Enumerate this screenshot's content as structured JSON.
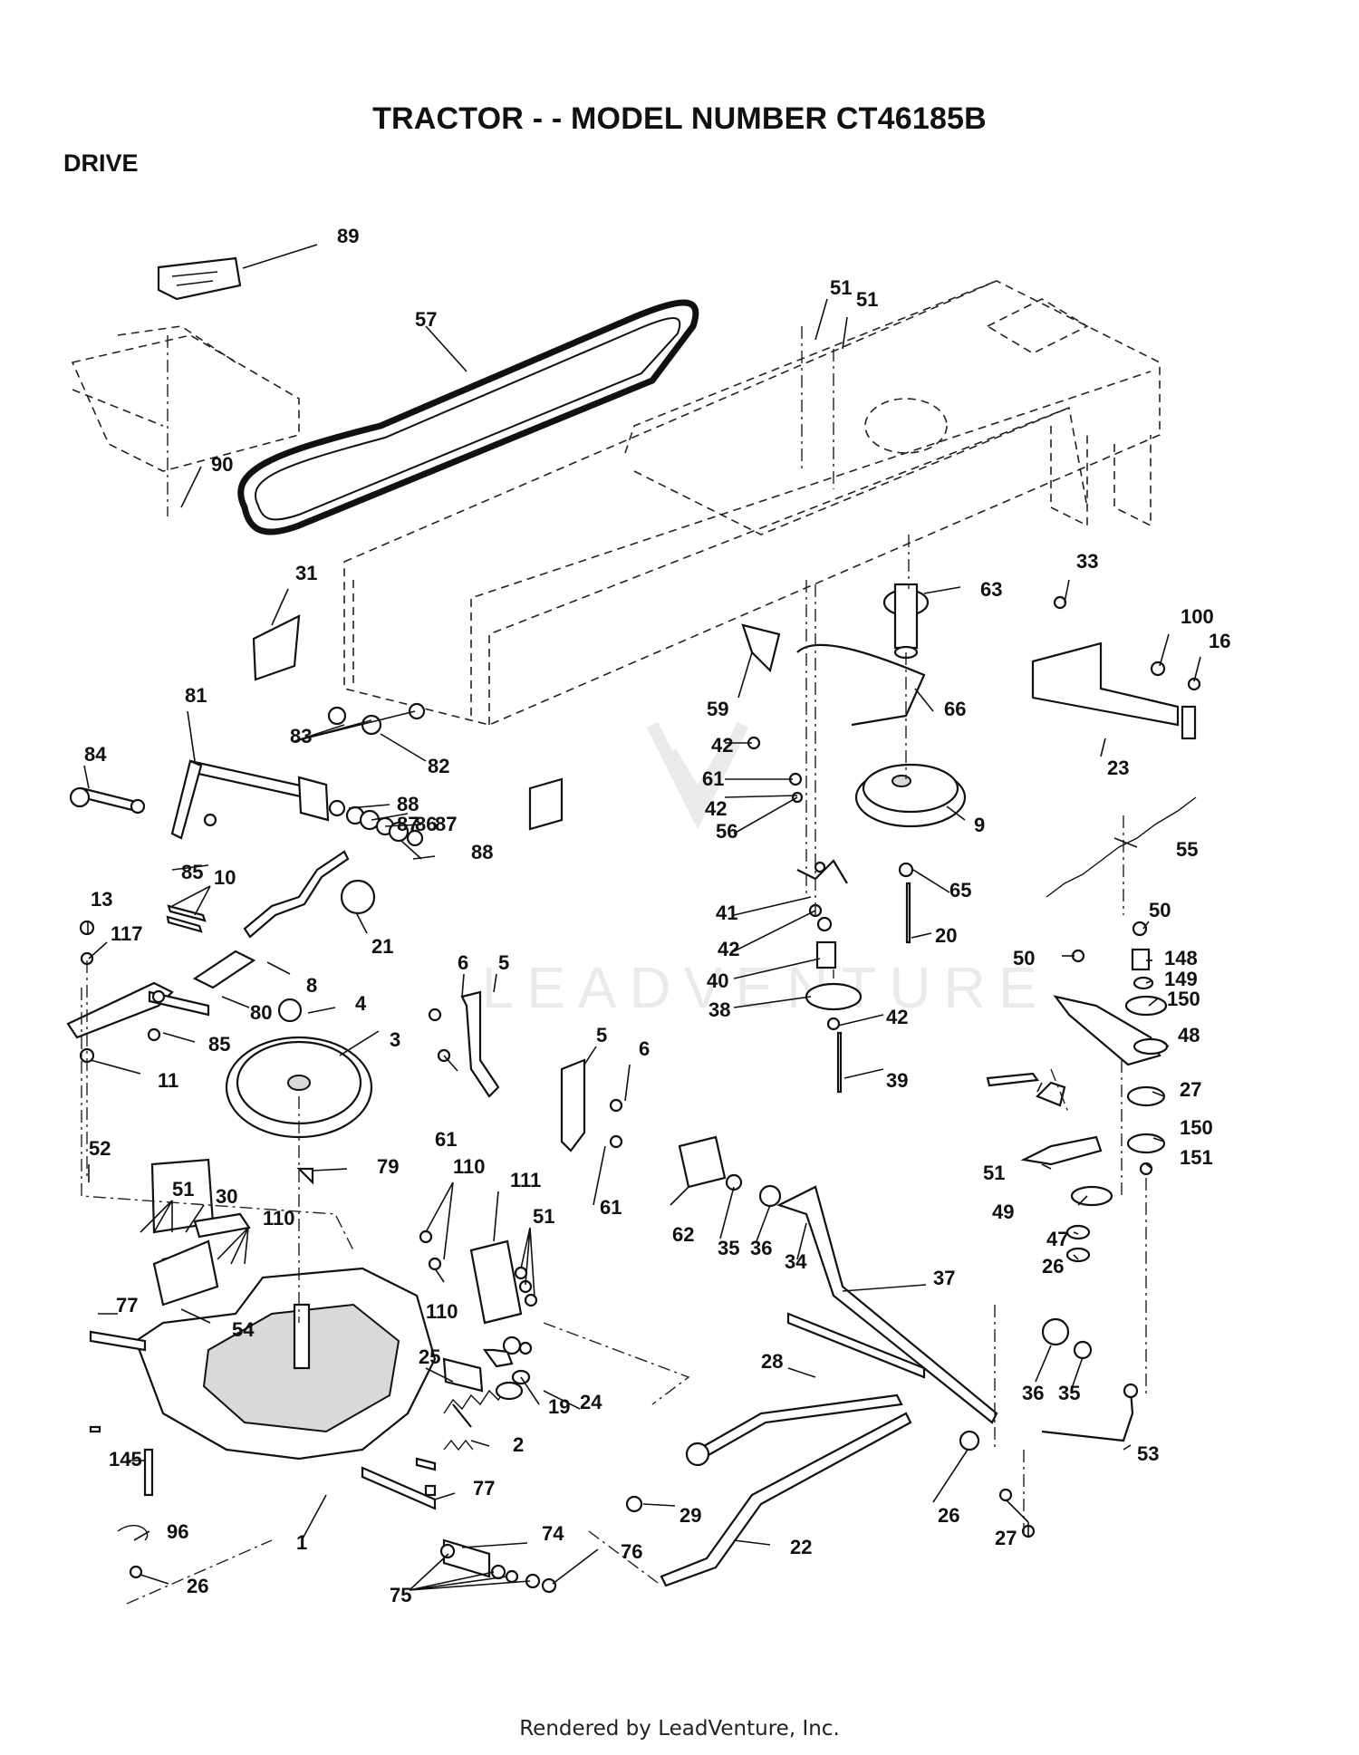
{
  "title": "TRACTOR - - MODEL NUMBER CT46185B",
  "section": "DRIVE",
  "footer": "Rendered by LeadVenture, Inc.",
  "watermark_text": "LEADVENTURE",
  "callouts": [
    "89",
    "57",
    "51",
    "51",
    "90",
    "63",
    "33",
    "100",
    "16",
    "31",
    "81",
    "83",
    "82",
    "84",
    "88",
    "87",
    "86",
    "87",
    "88",
    "85",
    "10",
    "21",
    "13",
    "117",
    "8",
    "80",
    "85",
    "11",
    "4",
    "3",
    "79",
    "52",
    "51",
    "30",
    "110",
    "77",
    "54",
    "25",
    "19",
    "24",
    "2",
    "145",
    "77",
    "96",
    "26",
    "1",
    "74",
    "75",
    "76",
    "6",
    "5",
    "61",
    "5",
    "6",
    "61",
    "110",
    "111",
    "51",
    "110",
    "59",
    "42",
    "61",
    "66",
    "42",
    "56",
    "9",
    "65",
    "41",
    "42",
    "20",
    "40",
    "38",
    "42",
    "39",
    "62",
    "35",
    "36",
    "34",
    "37",
    "28",
    "29",
    "22",
    "26",
    "27",
    "36",
    "35",
    "53",
    "23",
    "55",
    "50",
    "148",
    "149",
    "150",
    "50",
    "48",
    "27",
    "150",
    "151",
    "51",
    "49",
    "47",
    "26",
    "51"
  ]
}
